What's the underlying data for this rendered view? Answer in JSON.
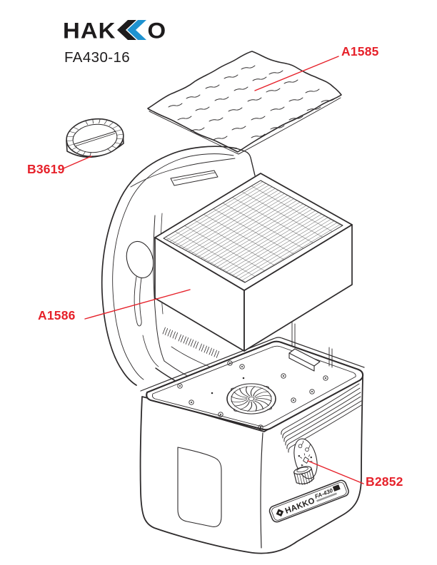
{
  "header": {
    "logo_text_left": "HAK",
    "logo_text_right": "O",
    "model": "FA430-16"
  },
  "part_labels": {
    "prefilter": "A1585",
    "cap": "B3619",
    "main_filter": "A1586",
    "control_knob": "B2852"
  },
  "unit_front_label": {
    "brand": "HAKKO",
    "model": "FA-430"
  },
  "colors": {
    "label_red": "#E6212A",
    "logo_blue": "#1E92D0",
    "line_art": "#2E2B2C"
  }
}
